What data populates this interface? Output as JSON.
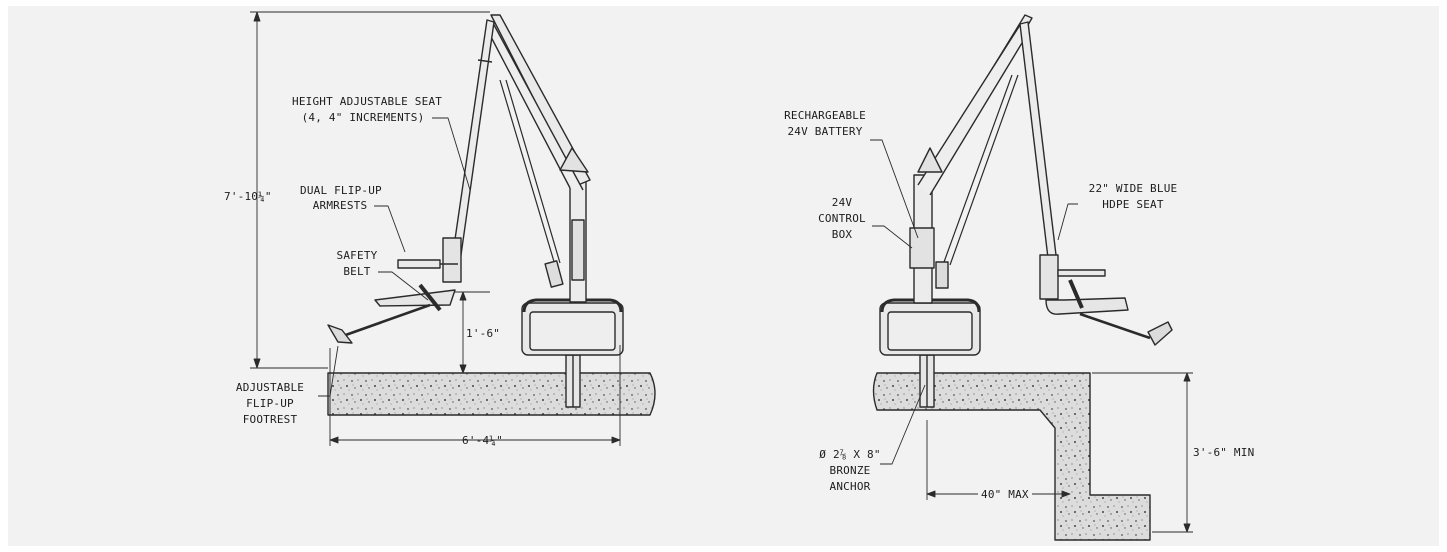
{
  "labels": {
    "height_adjustable_seat": "HEIGHT ADJUSTABLE SEAT",
    "seat_increments": "(4, 4\" INCREMENTS)",
    "overall_height": "7'-10¼\"",
    "dual_flipup": "DUAL FLIP-UP",
    "armrests": "ARMRESTS",
    "safety": "SAFETY",
    "belt": "BELT",
    "seat_height": "1'-6\"",
    "adjustable": "ADJUSTABLE",
    "flipup": "FLIP-UP",
    "footrest": "FOOTREST",
    "overall_reach": "6'-4¼\"",
    "rechargeable": "RECHARGEABLE",
    "battery_24v": "24V BATTERY",
    "v24": "24V",
    "control": "CONTROL",
    "box": "BOX",
    "wide_blue": "22\" WIDE BLUE",
    "hdpe_seat": "HDPE SEAT",
    "anchor_size": "Ø 2⅞ X 8\"",
    "bronze": "BRONZE",
    "anchor": "ANCHOR",
    "max_reach": "40\" MAX",
    "min_depth": "3'-6\" MIN"
  },
  "colors": {
    "background": "#f2f2f2",
    "line": "#2b2b2b",
    "concrete": "#dcdcdc"
  }
}
